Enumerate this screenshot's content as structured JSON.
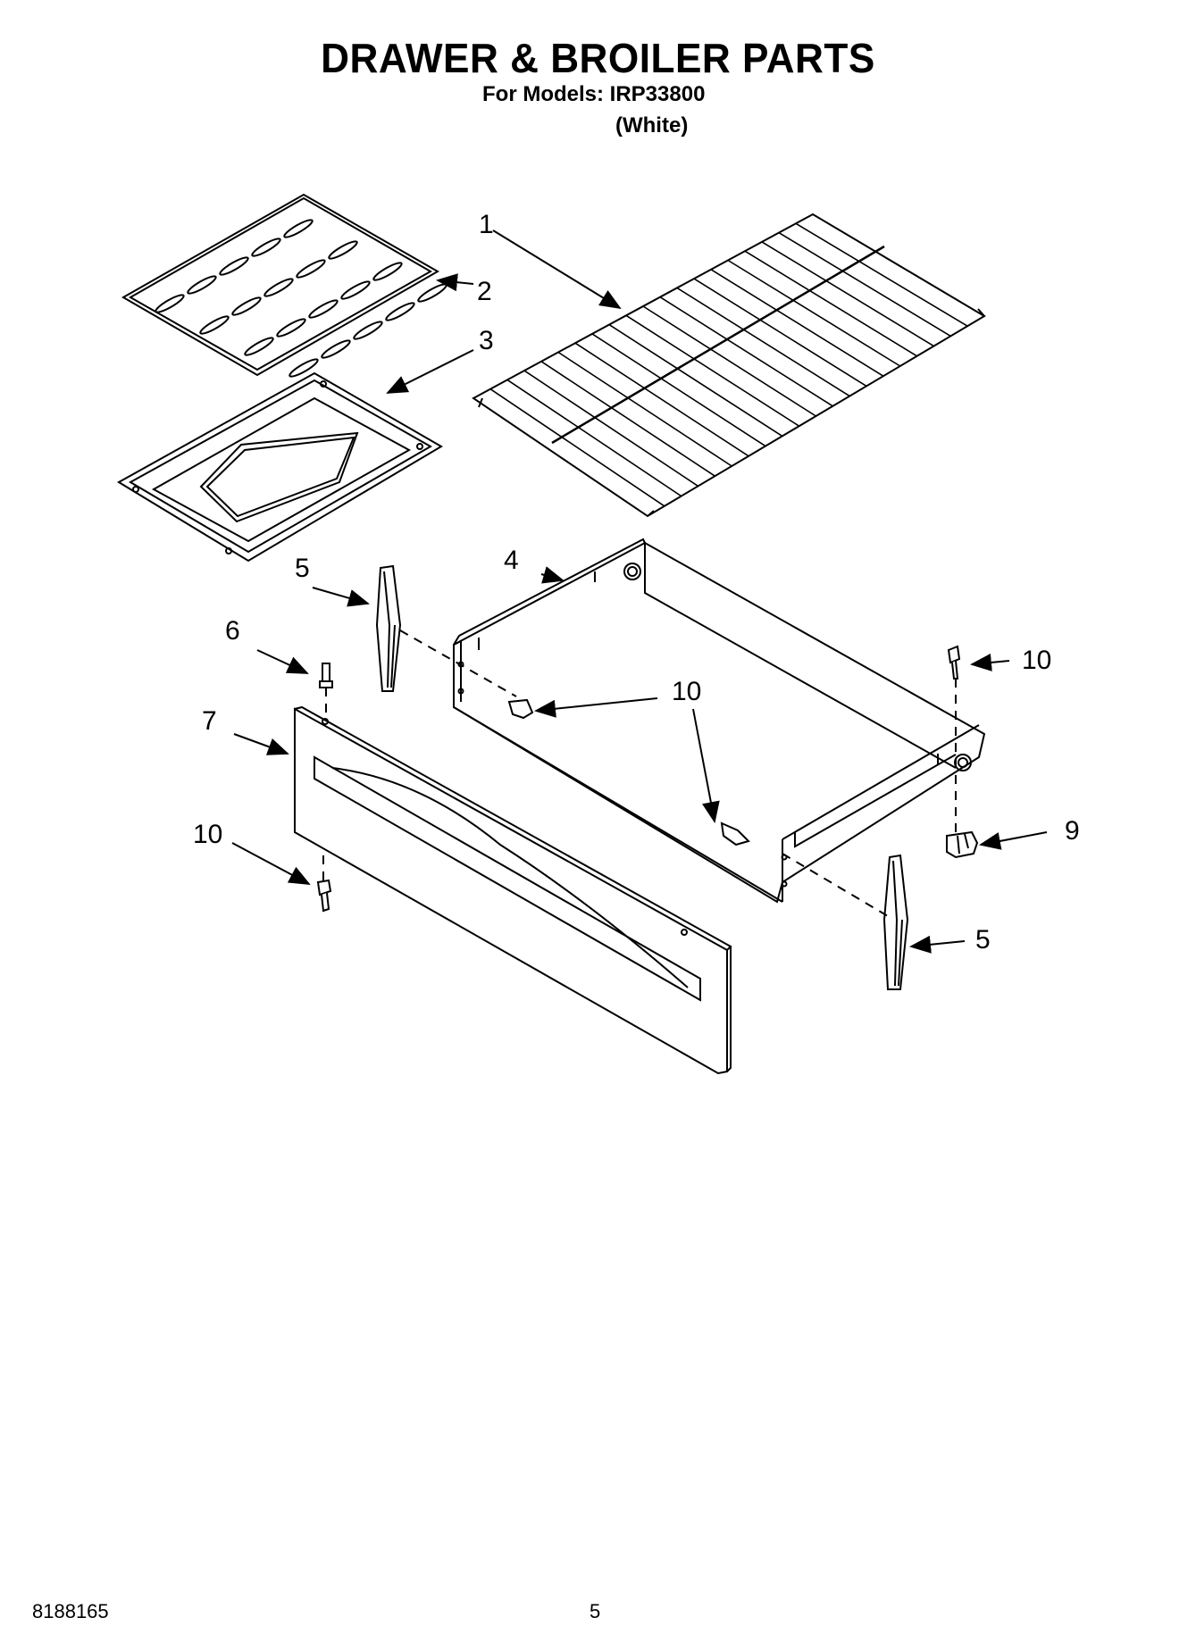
{
  "header": {
    "title": "DRAWER & BROILER PARTS",
    "models_line": "For Models: IRP33800",
    "variant": "(White)"
  },
  "callouts": {
    "c1": "1",
    "c2": "2",
    "c3": "3",
    "c4": "4",
    "c5a": "5",
    "c5b": "5",
    "c6": "6",
    "c7": "7",
    "c9": "9",
    "c10a": "10",
    "c10b": "10",
    "c10c": "10",
    "c10d": "10"
  },
  "footer": {
    "doc_number": "8188165",
    "page_number": "5"
  }
}
